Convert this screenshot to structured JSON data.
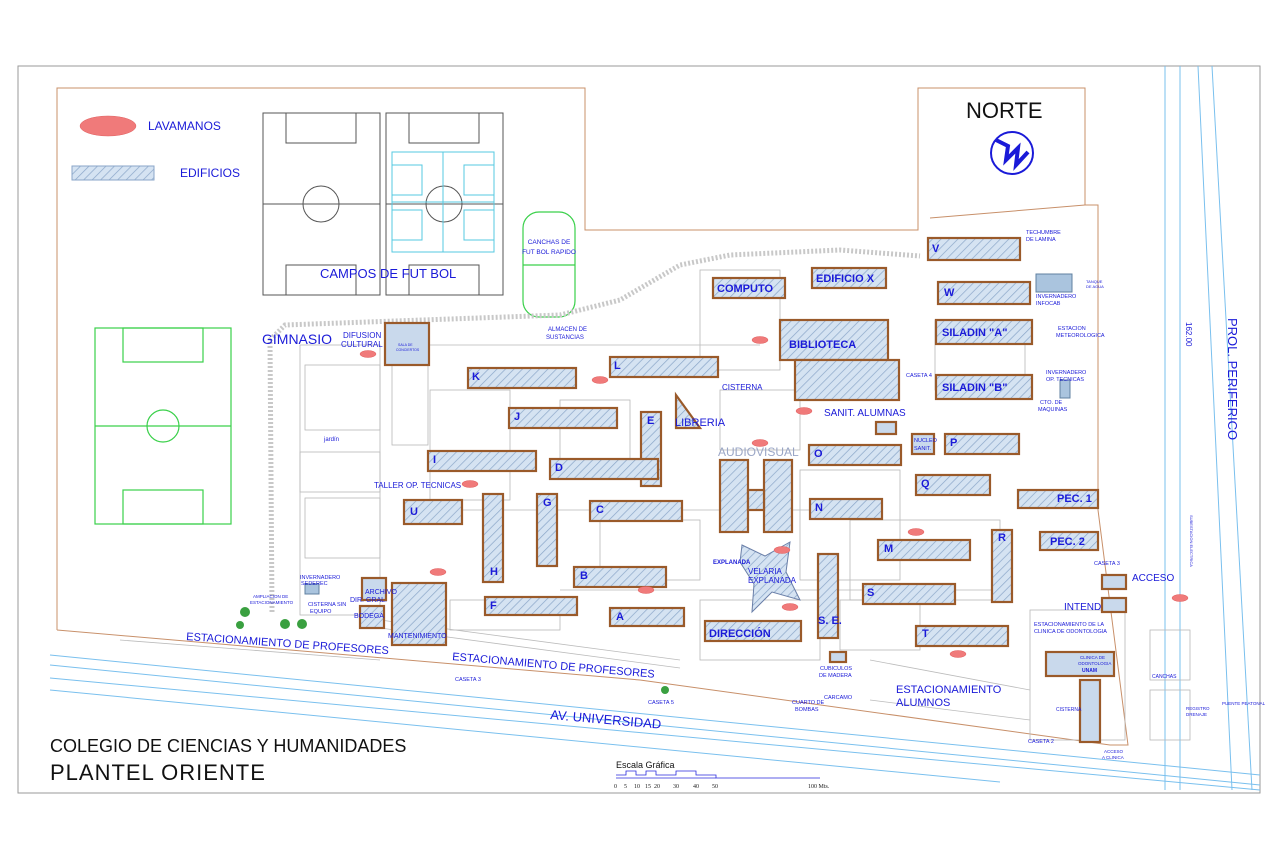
{
  "legend": {
    "lavamanos": "LAVAMANOS",
    "edificios": "EDIFICIOS"
  },
  "north": {
    "label": "NORTE"
  },
  "title": {
    "line1": "COLEGIO DE CIENCIAS Y HUMANIDADES",
    "line2": "PLANTEL ORIENTE"
  },
  "scale": {
    "title": "Escala  Gráfica",
    "ticks": [
      "0",
      "5",
      "10",
      "15",
      "20",
      "30",
      "40",
      "50"
    ],
    "end": "100 Mts."
  },
  "fields": {
    "futbol": "CAMPOS DE FUT BOL",
    "rapido": [
      "CANCHAS DE",
      "FUT BOL RAPIDO"
    ]
  },
  "buildings": {
    "A": "A",
    "B": "B",
    "C": "C",
    "D": "D",
    "E": "E",
    "F": "F",
    "G": "G",
    "H": "H",
    "I": "I",
    "J": "J",
    "K": "K",
    "L": "L",
    "M": "M",
    "N": "N",
    "O": "O",
    "P": "P",
    "Q": "Q",
    "R": "R",
    "S": "S",
    "T": "T",
    "U": "U",
    "V": "V",
    "W": "W",
    "computo": "COMPUTO",
    "edificio_x": "EDIFICIO  X",
    "biblioteca": "BIBLIOTECA",
    "siladin_a": "SILADIN  \"A\"",
    "siladin_b": "SILADIN  \"B\"",
    "pec1": "PEC. 1",
    "pec2": "PEC. 2",
    "direccion": "DIRECCIÓN",
    "se": "S. E.",
    "libreria": "LIBRERIA",
    "audiovisual": "AUDIOVISUAL",
    "gimnasio": "GIMNASIO",
    "difusion": [
      "DIFUSION",
      "CULTURAL"
    ],
    "mantenimiento": "MANTENIMIENTO",
    "bodega": "BODEGA",
    "archivo": [
      "ARCHIVO",
      "DIR. GRAL."
    ]
  },
  "labels": {
    "almacen": [
      "ALMACEN DE",
      "SUSTANCIAS"
    ],
    "cisterna": "CISTERNA",
    "sanit_alumnas": "SANIT. ALUMNAS",
    "nucleo": [
      "NUCLEO",
      "SANIT."
    ],
    "taller": "TALLER OP. TECNICAS",
    "jardin": "jardín",
    "velaria": [
      "VELARIA",
      "EXPLANADA"
    ],
    "explanada": "EXPLANADA",
    "acceso": "ACCESO",
    "intend": "INTEND",
    "caseta3": "CASETA 3",
    "caseta4": "CASETA 4",
    "caseta5": "CASETA 5",
    "caseta2": "CASETA 2",
    "techumbre": [
      "TECHUMBRE",
      "DE LAMINA"
    ],
    "invernadero_infocab": [
      "INVERNADERO",
      "INFOCAB"
    ],
    "estacion_met": [
      "ESTACION",
      "METEOROLOGICA"
    ],
    "invernadero_op": [
      "INVERNADERO",
      "OP. TECNICAS"
    ],
    "cto_maquinas": [
      "CTO. DE",
      "MAQUINAS"
    ],
    "invernadero_sederec": [
      "INVERNADERO",
      "SEDEREC"
    ],
    "cisterna_sin": [
      "CISTERNA SIN",
      "EQUIPO"
    ],
    "ampliacion": [
      "AMPLIACION DE",
      "ESTACIONAMIENTO"
    ],
    "cubiculos": [
      "CUBICULOS",
      "DE MADERA"
    ],
    "cuarto_bombas": [
      "CUARTO DE",
      "BOMBAS"
    ],
    "carcamo": "CARCAMO",
    "est_clinica": [
      "ESTACIONAMIENTO DE LA",
      "CLINICA DE ODONTOLOGIA"
    ],
    "clinica": [
      "CLINICA DE",
      "ODONTOLOGIA",
      "UNAM"
    ],
    "cisterna2": "CISTERNA",
    "canchas": "CANCHAS",
    "registro": [
      "REGISTRO",
      "DRENAJE"
    ],
    "puente": "PUENTE PEATONAL",
    "subestacion": "SUBESTACION ELECTRICA",
    "acceso_clinica": [
      "ACCESO",
      "A CLINICA"
    ],
    "sala": [
      "SALA DE",
      "CONCIERTOS"
    ],
    "tanque": [
      "TANQUE",
      "DE AGUA"
    ]
  },
  "streets": {
    "estac_prof1": "ESTACIONAMIENTO DE PROFESORES",
    "estac_prof2": "ESTACIONAMIENTO DE PROFESORES",
    "estac_alumnos": [
      "ESTACIONAMIENTO",
      "ALUMNOS"
    ],
    "av_universidad": "AV. UNIVERSIDAD",
    "periferico": "PROL. PERIFERICO",
    "dim": "162.00"
  }
}
